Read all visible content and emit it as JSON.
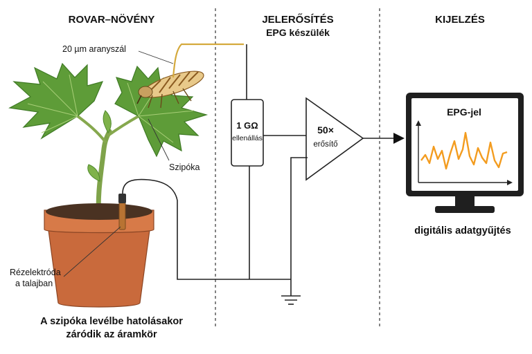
{
  "sections": {
    "plant": "ROVAR–NÖVÉNY",
    "amp_line1": "JELERŐSÍTÉS",
    "amp_line2": "EPG készülék",
    "display": "KIJELZÉS"
  },
  "labels": {
    "gold_wire": "20 µm aranyszál",
    "stylet": "Szipóka",
    "electrode_line1": "Rézelektróda",
    "electrode_line2": "a talajban",
    "resistor_value": "1 GΩ",
    "resistor_name": "ellenállás",
    "amp_gain": "50×",
    "amp_name": "erősítő",
    "monitor_title": "EPG-jel",
    "digital": "digitális adatgyűjtés"
  },
  "caption": {
    "line1": "A szipóka levélbe hatolásakor",
    "line2": "záródik az áramkör"
  },
  "colors": {
    "signal": "#f39c1f",
    "leaf": "#5e9c38",
    "pot": "#c96a3c",
    "soil": "#4a3222",
    "gold": "#d4a93c",
    "copper": "#b87333"
  }
}
